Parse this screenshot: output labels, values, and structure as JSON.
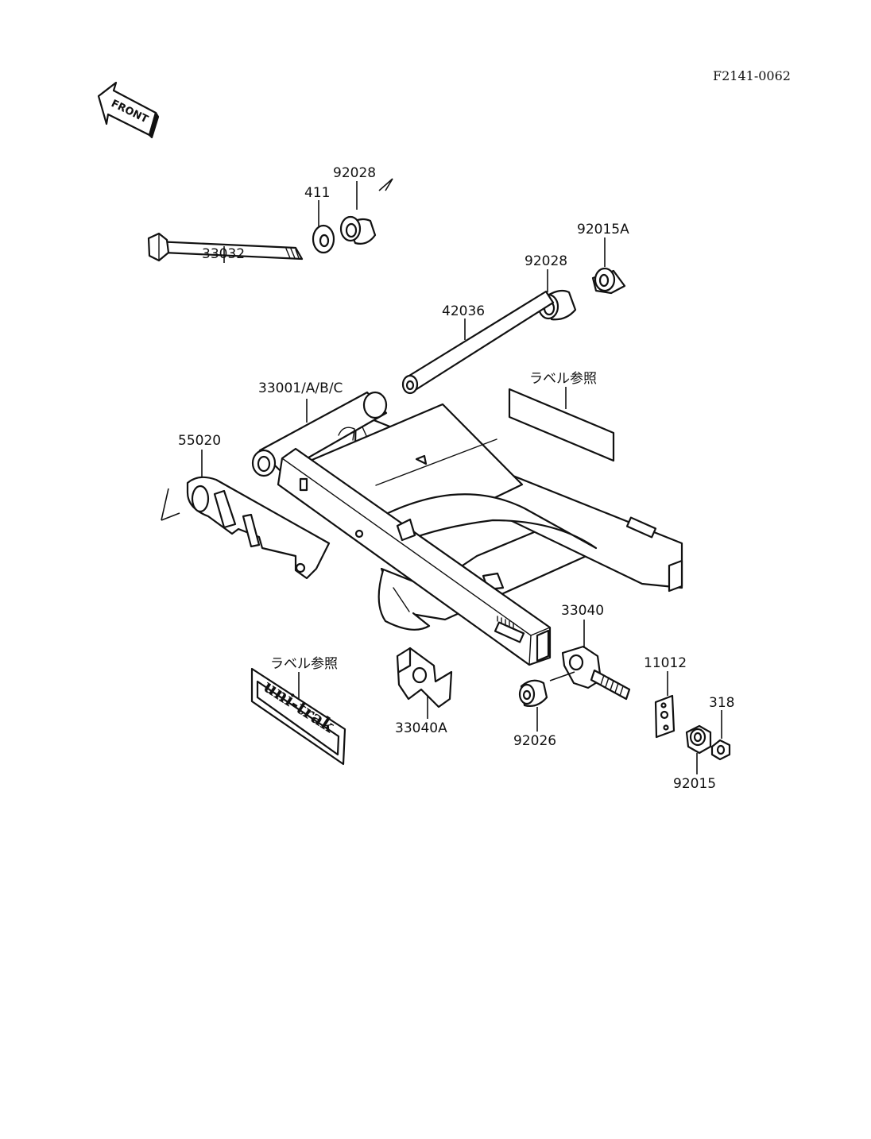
{
  "diagram_code": "F2141-0062",
  "front_arrow": {
    "text": "FRONT",
    "icon": "front-arrow-icon"
  },
  "parts": {
    "p33032": "33032",
    "p411": "411",
    "p92028_top": "92028",
    "p92015A": "92015A",
    "p92028_mid": "92028",
    "p42036": "42036",
    "p33001": "33001/A/B/C",
    "p55020": "55020",
    "label_ref_right": "ラベル参照",
    "label_ref_left": "ラベル参照",
    "p33040": "33040",
    "p11012": "11012",
    "p318": "318",
    "p33040A": "33040A",
    "p92026": "92026",
    "p92015": "92015"
  },
  "decal_text": "uni-trak"
}
